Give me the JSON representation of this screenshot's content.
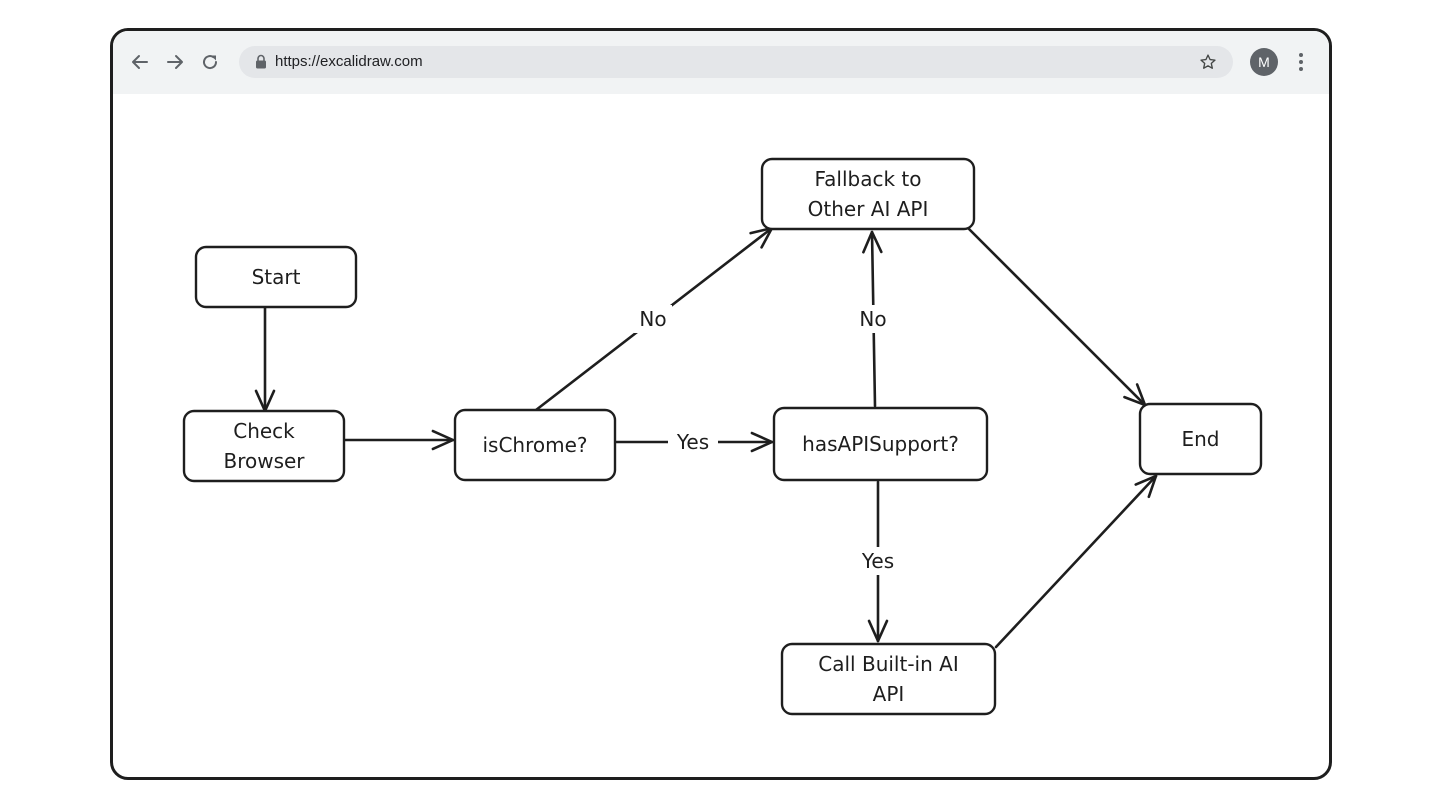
{
  "browser": {
    "url": "https://excalidraw.com",
    "avatar_initial": "M",
    "icons": [
      "back-arrow-icon",
      "forward-arrow-icon",
      "reload-icon",
      "lock-icon",
      "star-icon",
      "kebab-menu-icon"
    ]
  },
  "flowchart": {
    "nodes": [
      {
        "id": "start",
        "lines": [
          "Start"
        ]
      },
      {
        "id": "check-browser",
        "lines": [
          "Check",
          "Browser"
        ]
      },
      {
        "id": "is-chrome",
        "lines": [
          "isChrome?"
        ]
      },
      {
        "id": "fallback",
        "lines": [
          "Fallback to",
          "Other AI API"
        ]
      },
      {
        "id": "has-api-support",
        "lines": [
          "hasAPISupport?"
        ]
      },
      {
        "id": "call-built-in",
        "lines": [
          "Call Built-in AI",
          "API"
        ]
      },
      {
        "id": "end",
        "lines": [
          "End"
        ]
      }
    ],
    "edges": [
      {
        "from": "start",
        "to": "check-browser",
        "label": ""
      },
      {
        "from": "check-browser",
        "to": "is-chrome",
        "label": ""
      },
      {
        "from": "is-chrome",
        "to": "fallback",
        "label": "No"
      },
      {
        "from": "is-chrome",
        "to": "has-api-support",
        "label": "Yes"
      },
      {
        "from": "has-api-support",
        "to": "fallback",
        "label": "No"
      },
      {
        "from": "has-api-support",
        "to": "call-built-in",
        "label": "Yes"
      },
      {
        "from": "fallback",
        "to": "end",
        "label": ""
      },
      {
        "from": "call-built-in",
        "to": "end",
        "label": ""
      }
    ]
  }
}
